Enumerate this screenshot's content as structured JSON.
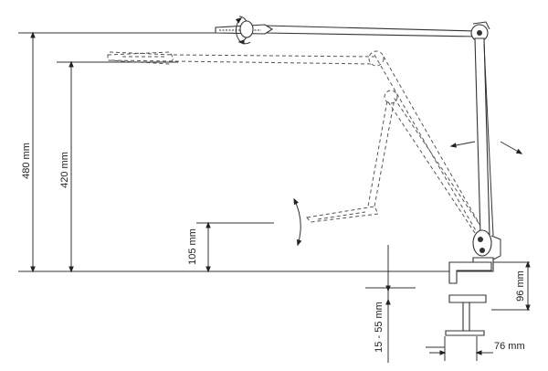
{
  "dimensions": {
    "height_total": "480 mm",
    "height_reach": "420 mm",
    "height_low": "105 mm",
    "clamp_base_height": "96 mm",
    "clamp_range": "15 - 55 mm",
    "clamp_depth": "76 mm"
  },
  "colors": {
    "ink": "#333333",
    "background": "#ffffff"
  },
  "icons": [
    "rotate-arrow-icon",
    "tilt-arrow-icon",
    "move-arrow-icon"
  ]
}
